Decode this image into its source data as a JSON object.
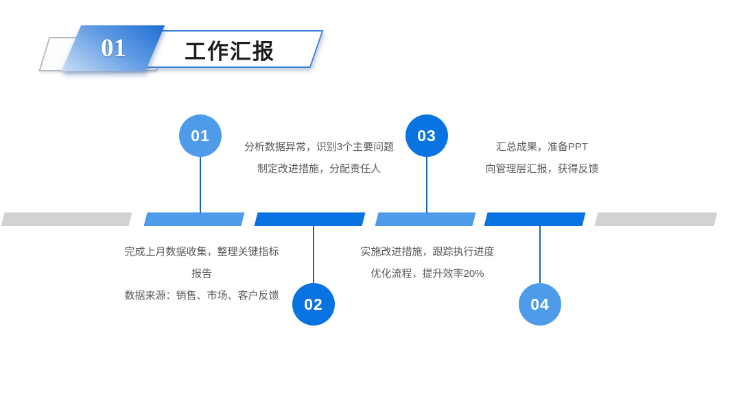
{
  "colors": {
    "light_blue": "#4E9BEA",
    "dark_blue": "#0A73E2",
    "segment_gray": "#D2D2D2",
    "connector_blue": "#17689E",
    "body_text": "#595959",
    "title_text": "#1D1D1D",
    "header_gradient_start": "#1D6ED3",
    "header_gradient_end": "#C9DDF6"
  },
  "header": {
    "number": "01",
    "title": "工作汇报"
  },
  "timeline": {
    "segments": [
      {
        "color": "gray"
      },
      {
        "color": "light"
      },
      {
        "color": "dark"
      },
      {
        "color": "light"
      },
      {
        "color": "dark"
      },
      {
        "color": "gray"
      }
    ],
    "steps": [
      {
        "number": "01",
        "circle": "light",
        "row": "top",
        "lines": [
          "完成上月数据收集，整理关键指标",
          "报告",
          "数据来源：销售、市场、客户反馈"
        ]
      },
      {
        "number": "02",
        "circle": "dark",
        "row": "bottom",
        "lines": [
          "分析数据异常，识别3个主要问题",
          "制定改进措施，分配责任人"
        ]
      },
      {
        "number": "03",
        "circle": "dark",
        "row": "top",
        "lines": [
          "实施改进措施，跟踪执行进度",
          "优化流程，提升效率20%"
        ]
      },
      {
        "number": "04",
        "circle": "light",
        "row": "bottom",
        "lines": [
          "汇总成果，准备PPT",
          "向管理层汇报，获得反馈"
        ]
      }
    ]
  }
}
